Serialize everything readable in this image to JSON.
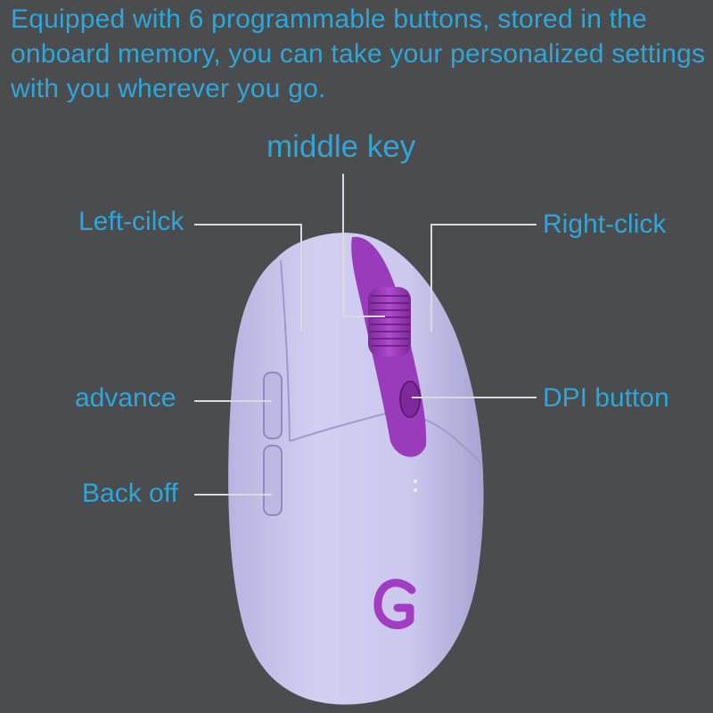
{
  "headline": "Equipped with 6 programmable buttons, stored in the onboard memory, you can take your personalized settings with you wherever you go.",
  "callouts": {
    "middle_key": "middle key",
    "left_click": "Left-cilck",
    "right_click": "Right-click",
    "advance": "advance",
    "dpi_button": "DPI button",
    "back_off": "Back off"
  },
  "colors": {
    "background": "#4b4c4e",
    "text_accent": "#2fa6da",
    "mouse_body": "#c9c4ec",
    "accent_purple": "#a23cc2",
    "leader_line": "#d9d9e2"
  },
  "product": {
    "logo": "logitech-g-logo"
  }
}
